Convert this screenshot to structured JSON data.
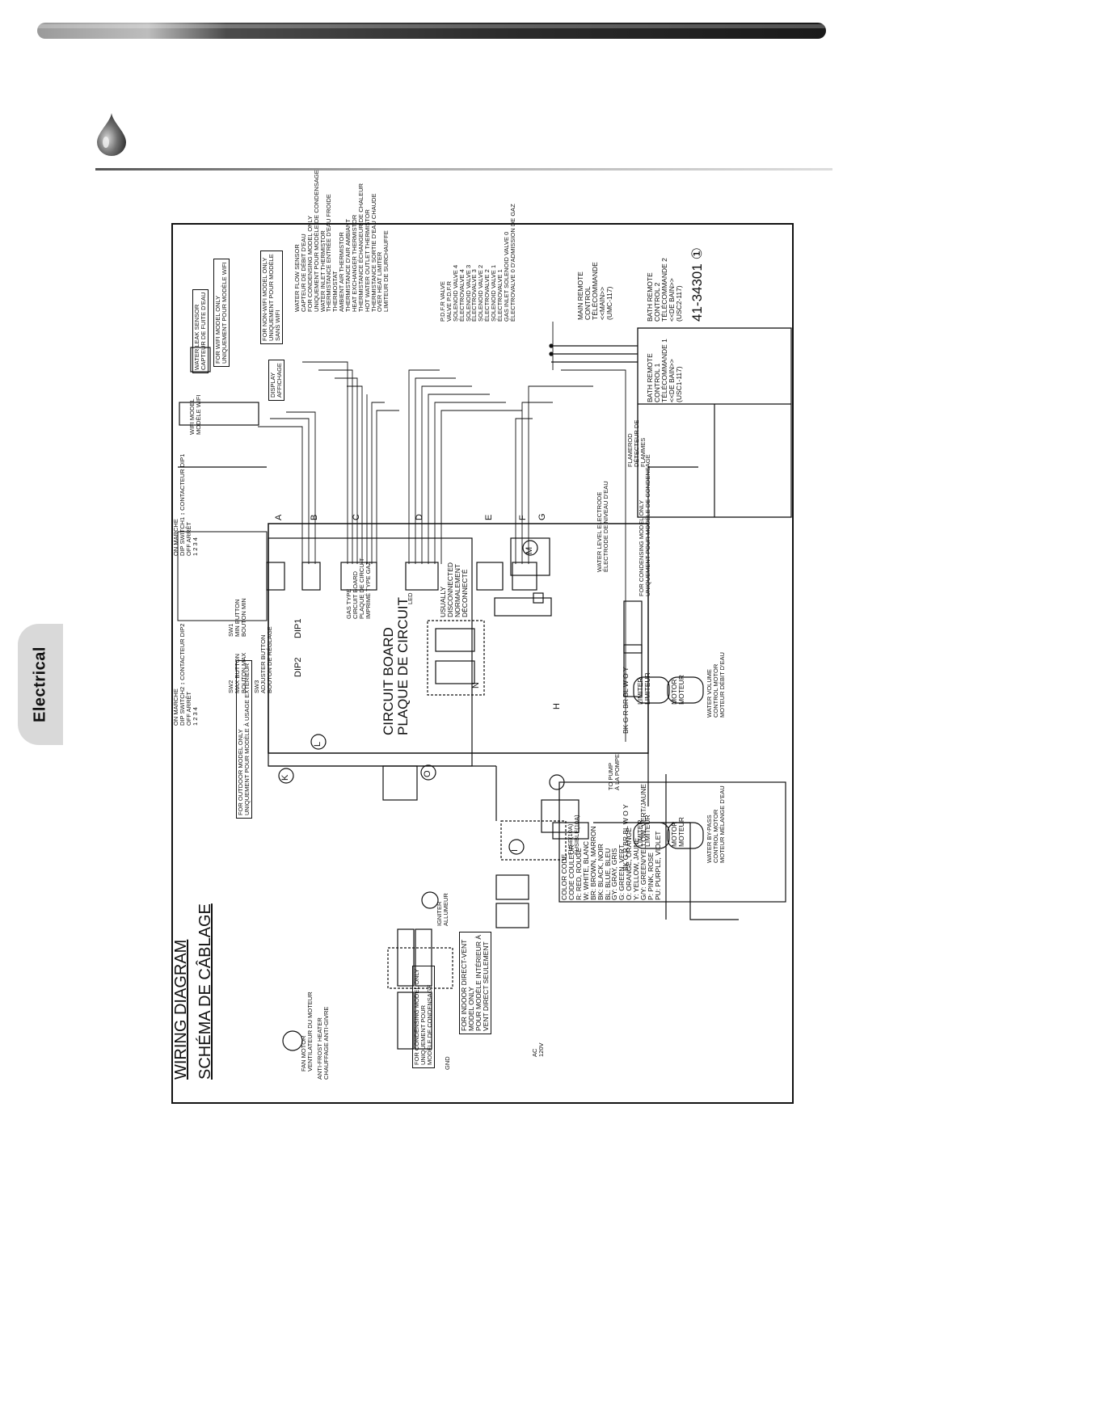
{
  "header": {
    "tab_label": "Electrical"
  },
  "diagram": {
    "title_en": "WIRING DIAGRAM",
    "title_fr": "SCHÉMA DE CÂBLAGE",
    "part_number": "41-34301 ①",
    "circuit_board": [
      "CIRCUIT BOARD",
      "PLAQUE DE CIRCUIT"
    ],
    "usually_disconnected": [
      "USUALLY",
      "DISCONNECTED",
      "NORMALEMENT",
      "DÉCONNECTÉ"
    ],
    "gas_type": [
      "GAS TYPE",
      "CIRCUIT BOARD",
      "PLAQUE DE CIRCUIT",
      "IMPRIMÉ TYPE GAZ"
    ],
    "led": "LED",
    "outdoor_model": [
      "FOR OUTDOOR MODEL ONLY",
      "UNIQUEMENT POUR MODÈLE À USAGE EXTÉRIEUR"
    ],
    "fan_motor": [
      "FAN MOTOR",
      "VENTILATEUR DU MOTEUR"
    ],
    "anti_frost": [
      "ANTI-FROST HEATER",
      "CHAUFFAGE ANTI-GIVRE"
    ],
    "condensing_only": [
      "FOR CONDENSING MODEL ONLY",
      "UNIQUEMENT POUR",
      "MODÈLE DE CONDENSAGE"
    ],
    "indoor_direct_vent": [
      "FOR INDOOR DIRECT-VENT",
      "MODEL ONLY",
      "POUR MODÈLE INTÉRIEUR À",
      "VENT DIRECT SEULEMENT"
    ],
    "igniter": [
      "IGNITER",
      "ALLUMEUR"
    ],
    "gnd": "GND",
    "ac_supply": [
      "AC",
      "120V"
    ],
    "fuse": [
      "FUSE(10A)",
      "FUSIBLE(10A)"
    ],
    "to_pump": [
      "TO PUMP",
      "À LA POMPE"
    ],
    "color_code": {
      "heading": [
        "COLOR CODE",
        "CODE COULEUR"
      ],
      "entries": [
        "R: RED, ROUGE",
        "W: WHITE, BLANC",
        "BR: BROWN, MARRON",
        "BK: BLACK, NOIR",
        "BL: BLUE, BLEU",
        "GY: GRAY, GRIS",
        "G: GREEN, VERT",
        "O: ORANGE, ORANGE",
        "Y: YELLOW, JAUNE",
        "G/Y: GREEN/YELLOW, VERT/JAUNE",
        "P: PINK, ROSE",
        "PU: PURPLE, VIOLET"
      ]
    },
    "dip_switches": {
      "on_marche": [
        "ON",
        "MARCHE"
      ],
      "off_arret": [
        "OFF",
        "ARRÊT"
      ],
      "dip1": "DIP SWITCH1 ↕ CONTACTEUR DIP1",
      "dip2": "DIP SWITCH2 ↕ CONTACTEUR DIP2",
      "positions": "1 2 3 4",
      "sw1": [
        "SW1",
        "MIN BUTTON",
        "BOUTON MIN"
      ],
      "sw2": [
        "SW2",
        "MAX BUTTON",
        "BOUTON MAX"
      ],
      "sw3": [
        "SW3",
        "ADJUSTER BUTTON",
        "BOUTON DE RÉGLAGE"
      ],
      "dip1_box": "DIP1",
      "dip2_box": "DIP2"
    },
    "connectors": [
      "A",
      "B",
      "C",
      "D",
      "E",
      "F",
      "G",
      "H",
      "I",
      "K",
      "L",
      "M",
      "N",
      "O"
    ],
    "wifi": {
      "sensor": [
        "WATER LEAK SENSOR",
        "CAPTEUR DE FUITE D'EAU"
      ],
      "wifi_only": [
        "FOR WIFI MODEL ONLY",
        "UNIQUEMENT POUR MODÈLE WIFI"
      ],
      "wifi_model": [
        "WIFI MODEL",
        "MODÈLE WIFI"
      ],
      "non_wifi": [
        "FOR NON-WIFI MODEL ONLY",
        "UNIQUEMENT POUR MODÈLE",
        "SANS WIFI"
      ],
      "display": [
        "DISPLAY",
        "AFFICHAGE"
      ]
    },
    "sensors": [
      "WATER FLOW SENSOR",
      "CAPTEUR DE DÉBIT D'EAU",
      "FOR CONDENSING MODEL ONLY",
      "UNIQUEMENT POUR MODÈLE DE CONDENSAGE",
      "WATER INLET THERMISTOR",
      "THERMISTANCE ENTRÉE D'EAU FROIDE",
      "THERMOSTAT",
      "AMBIENT AIR THERMISTOR",
      "THERMISTANCE D'AIR AMBIANT",
      "HEAT EXCHANGER THERMISTOR",
      "THERMISTANCE ÉCHANGEUR DE CHALEUR",
      "HOT WATER OUTLET THERMISTOR",
      "THERMISTANCE SORTIE D'EAU CHAUDE",
      "OVER HEAT LIMITER",
      "LIMITEUR DE SURCHAUFFE"
    ],
    "valves": [
      "P.D.F.R VALVE",
      "VALVE P.D.F.R",
      "SOLENOID VALVE 4",
      "ÉLECTROVALVE 4",
      "SOLENOID VALVE 3",
      "ÉLECTROVALVE 3",
      "SOLENOID VALVE 2",
      "ÉLECTROVALVE 2",
      "SOLENOID VALVE 1",
      "ÉLECTROVALVE 1",
      "GAS INLET SOLENOID VALVE 0",
      "ÉLECTROVALVE 0 D'ADMISSION DE GAZ"
    ],
    "remotes": {
      "main": [
        "MAIN REMOTE",
        "CONTROL",
        "TÉLÉCOMMANDE",
        "<<MAIN>>",
        "(UMC-117)"
      ],
      "bath1": [
        "BATH REMOTE",
        "CONTROL 1",
        "TÉLÉCOMMANDE 1",
        "<<DE BAIN>>",
        "(USC1-117)"
      ],
      "bath2": [
        "BATH REMOTE",
        "CONTROL 2",
        "TÉLÉCOMMANDE 2",
        "<<DE BAIN>>",
        "(USC2-117)"
      ]
    },
    "flame_rod": [
      "FLAMEROD",
      "DÉTECTEUR DE",
      "FLAMMES"
    ],
    "water_level": [
      "WATER LEVEL ELECTRODE",
      "ÉLECTRODE DE NIVEAU D'EAU"
    ],
    "condensing_note": [
      "FOR CONDENSING MODEL ONLY",
      "UNIQUEMENT POUR MODÈLE DE CONDENSAGE"
    ],
    "motors": {
      "limiter": [
        "LIMITER",
        "LIMITEUR"
      ],
      "motor": [
        "MOTOR",
        "MOTEUR"
      ],
      "wire_letters": "BK G R BR BL W O Y",
      "volume": [
        "WATER VOLUME",
        "CONTROL MOTOR",
        "MOTEUR DÉBIT D'EAU"
      ],
      "bypass": [
        "WATER BY-PASS",
        "CONTROL MOTOR",
        "MOTEUR MÉLANGE D'EAU"
      ]
    }
  }
}
